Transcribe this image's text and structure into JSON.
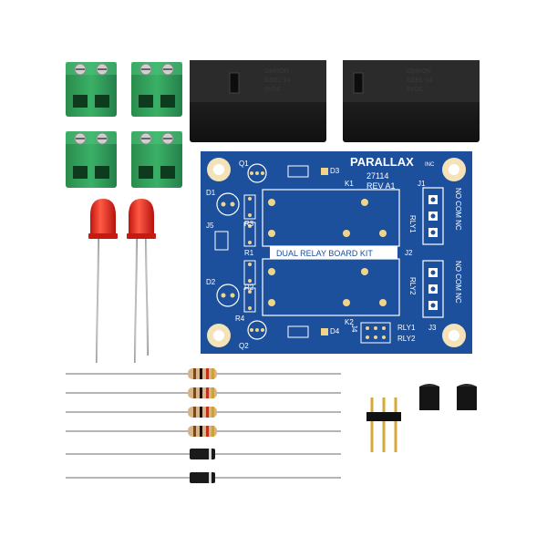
{
  "pcb": {
    "brand": "PARALLAX",
    "brand_suffix": "INC",
    "part_number": "27114",
    "revision": "REV A1",
    "title": "DUAL RELAY BOARD KIT",
    "labels": {
      "q1": "Q1",
      "q2": "Q2",
      "d1": "D1",
      "d2": "D2",
      "d3": "D3",
      "d4": "D4",
      "k1": "K1",
      "k2": "K2",
      "r1": "R1",
      "r2": "R2",
      "r3": "R3",
      "r4": "R4",
      "j1": "J1",
      "j2": "J2",
      "j3": "J3",
      "j4": "J4",
      "j5": "J5",
      "rly1": "RLY1",
      "rly2": "RLY2",
      "rly1_hdr": "RLY1",
      "rly2_hdr": "RLY2",
      "term1": "NO COM NC",
      "term2": "NO COM NC"
    }
  },
  "relays": [
    {
      "brand": "OMRON",
      "model": "G5RL-14",
      "voltage": "5VDC"
    },
    {
      "brand": "OMRON",
      "model": "G5RL-14",
      "voltage": "5VDC"
    }
  ],
  "colors": {
    "pcb_blue": "#1c4f9c",
    "terminal_green": "#2e9a55",
    "led_red": "#e0201a",
    "relay_black": "#1b1b1b"
  }
}
